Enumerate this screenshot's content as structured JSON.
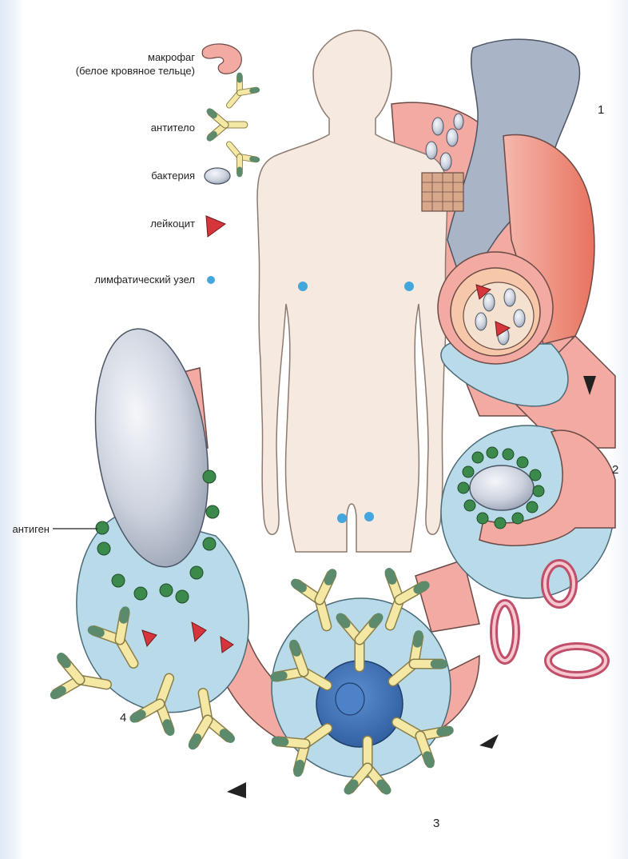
{
  "legend": {
    "macrophage_line1": "макрофаг",
    "macrophage_line2": "(белое кровяное тельце)",
    "antibody": "антитело",
    "bacteria": "бактерия",
    "leukocyte": "лейкоцит",
    "lymph_node": "лимфатический узел"
  },
  "labels": {
    "antigen": "антиген"
  },
  "steps": [
    "1",
    "2",
    "3",
    "4"
  ],
  "colors": {
    "vessel_pink": "#f2aaa2",
    "vessel_red": "#ee7f70",
    "cell_blue": "#b9dbe9",
    "nucleus_blue": "#3d72b4",
    "antibody_yellow": "#f5e8a4",
    "antibody_green": "#6f9c80",
    "antigen_green": "#3b8a4c",
    "leukocyte_red": "#d6353b",
    "lymph_dot": "#43a6dc",
    "bacteria_grey": "#c6ccd7",
    "body_beige": "#f6e9df"
  }
}
